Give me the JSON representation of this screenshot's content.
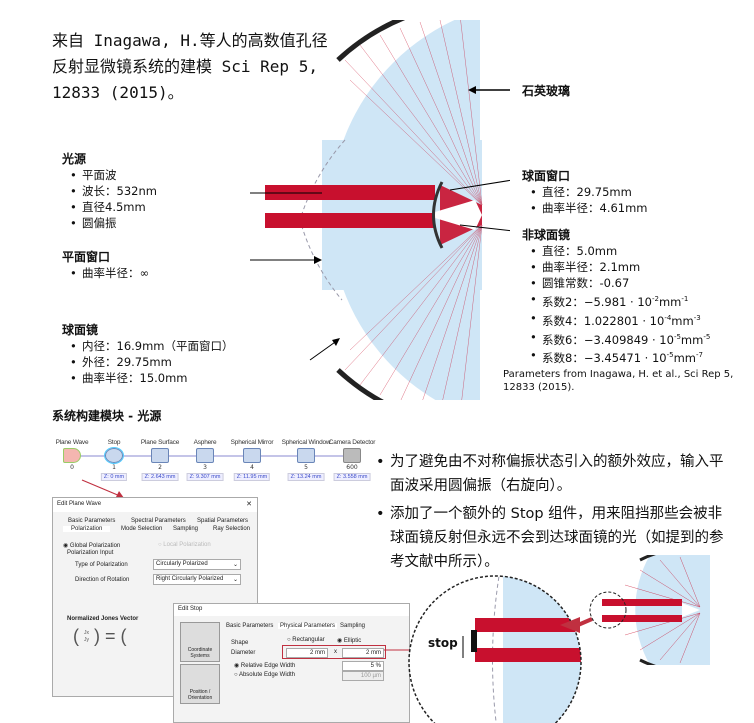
{
  "title": "来自 Inagawa, H.等人的高数值孔径反射显微镜系统的建模 Sci Rep 5, 12833 (2015)。",
  "labels": {
    "quartz": "石英玻璃",
    "stop": "stop"
  },
  "source": {
    "heading": "光源",
    "items": [
      "平面波",
      "波长：532nm",
      "直径4.5mm",
      "圆偏振"
    ]
  },
  "plane_window": {
    "heading": "平面窗口",
    "items": [
      "曲率半径：∞"
    ]
  },
  "spherical_mirror": {
    "heading": "球面镜",
    "items": [
      "内径：16.9mm（平面窗口）",
      "外径：29.75mm",
      "曲率半径：15.0mm"
    ]
  },
  "spherical_window": {
    "heading": "球面窗口",
    "items": [
      "直径：29.75mm",
      "曲率半径：4.61mm"
    ]
  },
  "asphere": {
    "heading": "非球面镜",
    "items": [
      "直径：5.0mm",
      "曲率半径：2.1mm",
      "圆锥常数：-0.67"
    ],
    "coefs": [
      {
        "k": "系数2：",
        "v": "−5.981 · 10",
        "e": "-2",
        "u": "mm",
        "ue": "-1"
      },
      {
        "k": "系数4：",
        "v": "1.022801 · 10",
        "e": "-4",
        "u": "mm",
        "ue": "-3"
      },
      {
        "k": "系数6：",
        "v": "−3.409849 · 10",
        "e": "-5",
        "u": "mm",
        "ue": "-5"
      },
      {
        "k": "系数8：",
        "v": "−3.45471 · 10",
        "e": "-5",
        "u": "mm",
        "ue": "-7"
      }
    ]
  },
  "reference": "Parameters from Inagawa, H. et al., Sci Rep 5, 12833 (2015).",
  "section_title": "系统构建模块 - 光源",
  "pipeline": [
    {
      "name": "Plane Wave",
      "idx": "0"
    },
    {
      "name": "Stop",
      "idx": "1",
      "dist": "Z: 0 mm"
    },
    {
      "name": "Plane Surface",
      "idx": "2",
      "dist": "Z: 2.643 mm"
    },
    {
      "name": "Asphere",
      "idx": "3",
      "dist": "Z: 9.307 mm"
    },
    {
      "name": "Spherical Mirror",
      "idx": "4",
      "dist": "Z: 11.95 mm"
    },
    {
      "name": "Spherical Window",
      "idx": "5",
      "dist": "Z: 13.24 mm"
    },
    {
      "name": "Camera Detector",
      "idx": "600",
      "dist": "Z: 3.558 mm"
    }
  ],
  "bullets": [
    "为了避免由不对称偏振状态引入的额外效应，输入平面波采用圆偏振（右旋向）。",
    "添加了一个额外的 Stop 组件，用来阻挡那些会被非球面镜反射但永远不会到达球面镜的光（如提到的参考文献中所示）。"
  ],
  "plane_wave_dialog": {
    "title": "Edit Plane Wave",
    "close": "✕",
    "tabs_row1": [
      "Basic Parameters",
      "Spectral Parameters",
      "Spatial Parameters"
    ],
    "tabs_row2": [
      "Polarization",
      "Mode Selection",
      "Sampling",
      "Ray Selection"
    ],
    "global": "Global Polarization",
    "local": "Local Polarization",
    "group": "Polarization Input",
    "type_label": "Type of Polarization",
    "type_value": "Circularly Polarized",
    "dir_label": "Direction of Rotation",
    "dir_value": "Right Circularly Polarized",
    "jones": "Normalized Jones Vector",
    "jx": "Jx",
    "jy": "Jy"
  },
  "stop_dialog": {
    "title": "Edit Stop",
    "side": [
      "Coordinate Systems",
      "Position / Orientation"
    ],
    "tabs": [
      "Basic Parameters",
      "Physical Parameters",
      "Sampling"
    ],
    "shape": "Shape",
    "rect": "Rectangular",
    "ellip": "Elliptic",
    "diameter": "Diameter",
    "d1": "2 mm",
    "x": "x",
    "d2": "2 mm",
    "rel": "Relative Edge Width",
    "rel_v": "5 %",
    "abs": "Absolute Edge Width",
    "abs_v": "100 µm"
  },
  "colors": {
    "beam": "#c8102e",
    "glass": "#cfe6f6",
    "accent": "#c03040"
  }
}
